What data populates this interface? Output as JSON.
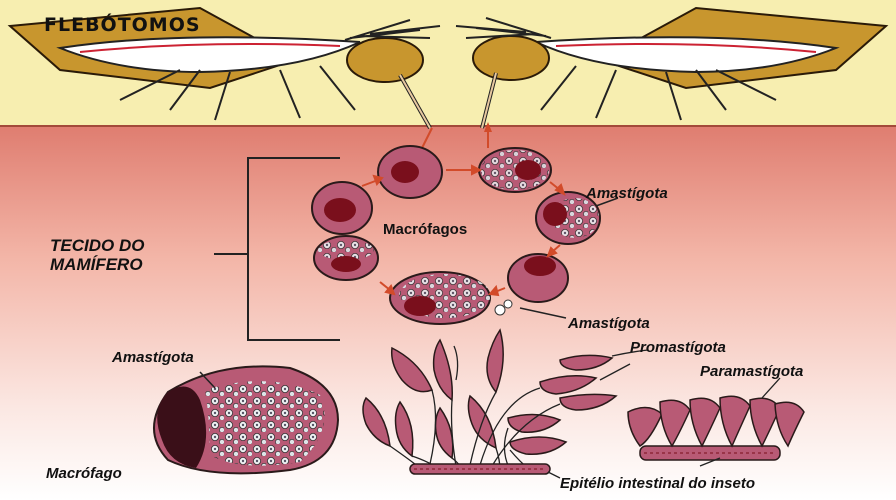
{
  "title": "FLEBÓTOMOS",
  "labels": {
    "tecido_line1": "TECIDO DO",
    "tecido_line2": "MAMÍFERO",
    "macrofagos": "Macrófagos",
    "amastigota_top": "Amastígota",
    "amastigota_mid": "Amastígota",
    "amastigota_left": "Amastígota",
    "macrofago": "Macrófago",
    "promastigota": "Promastígota",
    "paramastigota": "Paramastígota",
    "epitelio": "Epitélio intestinal do inseto"
  },
  "colors": {
    "sky": "#f7eeb0",
    "tissue_top": "#e07f72",
    "tissue_bottom": "#ffffff",
    "cell": "#b85a75",
    "nucleus": "#7a0f1c",
    "fly_body": "#c8962e"
  }
}
